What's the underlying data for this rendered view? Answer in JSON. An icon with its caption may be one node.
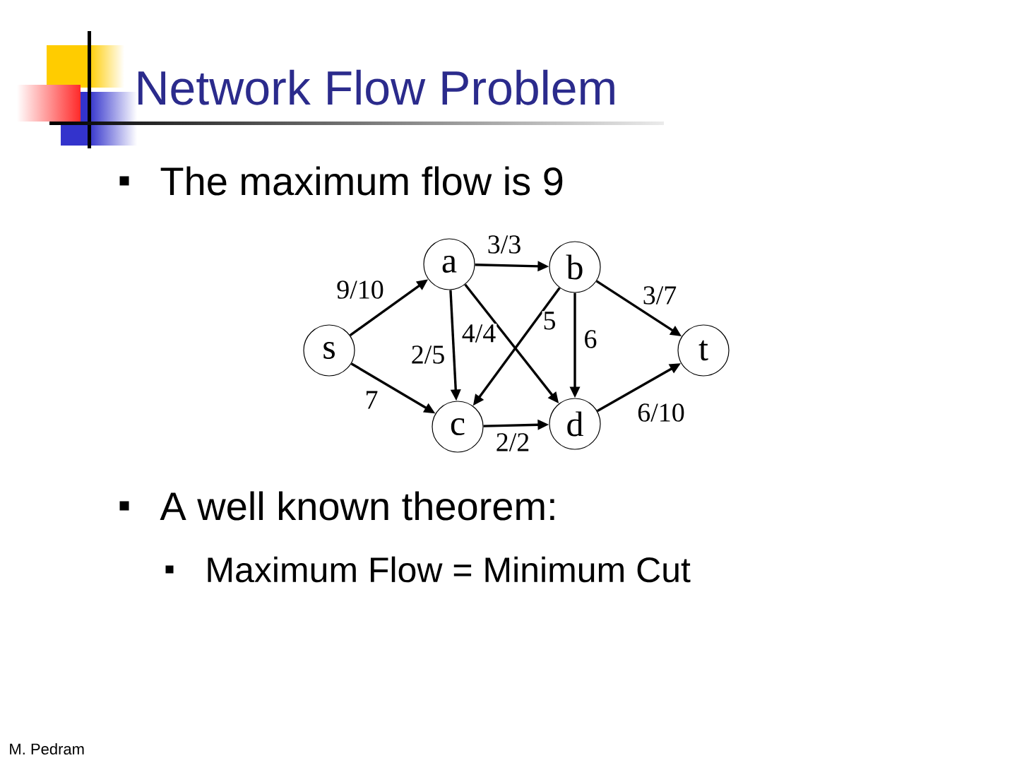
{
  "diagram": {
    "title": "Network Flow Problem",
    "nodes": [
      {
        "text": [
          "s"
        ]
      },
      {
        "text": [
          "a"
        ]
      },
      {
        "text": [
          "b"
        ]
      },
      {
        "text": [
          "c"
        ]
      },
      {
        "text": [
          "d"
        ]
      },
      {
        "text": [
          "t"
        ]
      }
    ],
    "edges": [
      {
        "from": 0,
        "to": 1,
        "arrow": "to",
        "label": "9/10"
      },
      {
        "from": 1,
        "to": 2,
        "arrow": "to",
        "label": "3/3"
      },
      {
        "from": 0,
        "to": 3,
        "arrow": "to",
        "label": "7"
      },
      {
        "from": 1,
        "to": 3,
        "arrow": "to",
        "label": "2/5"
      },
      {
        "from": 1,
        "to": 4,
        "arrow": "to",
        "label": "4/4"
      },
      {
        "from": 2,
        "to": 3,
        "arrow": "to",
        "label": "5"
      },
      {
        "from": 2,
        "to": 4,
        "arrow": "to",
        "label": "6"
      },
      {
        "from": 2,
        "to": 5,
        "arrow": "to",
        "label": "3/7"
      },
      {
        "from": 3,
        "to": 4,
        "arrow": "to",
        "label": "2/2"
      },
      {
        "from": 4,
        "to": 5,
        "arrow": "to",
        "label": "6/10"
      }
    ],
    "labels": [
      "The maximum flow is 9",
      "A well known theorem:",
      "Maximum Flow = Minimum Cut",
      "M. Pedram"
    ]
  }
}
